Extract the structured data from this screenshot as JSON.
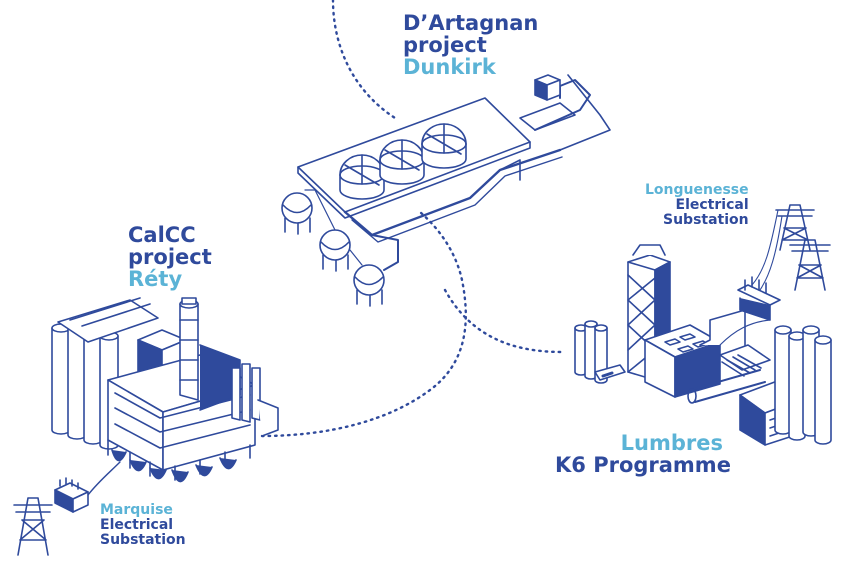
{
  "colors": {
    "primary": "#2f4a9c",
    "accent": "#5bb3d6",
    "background": "#ffffff"
  },
  "labels": {
    "dartagnan": {
      "line1": "D’Artagnan",
      "line2": "project",
      "location": "Dunkirk"
    },
    "calcc": {
      "line1": "CalCC",
      "line2": "project",
      "location": "Réty"
    },
    "longuenesse": {
      "line1": "Longuenesse",
      "line2": "Electrical",
      "line3": "Substation"
    },
    "lumbres": {
      "line1": "Lumbres",
      "line2": "K6 Programme"
    },
    "marquise": {
      "line1": "Marquise",
      "line2": "Electrical",
      "line3": "Substation"
    }
  }
}
